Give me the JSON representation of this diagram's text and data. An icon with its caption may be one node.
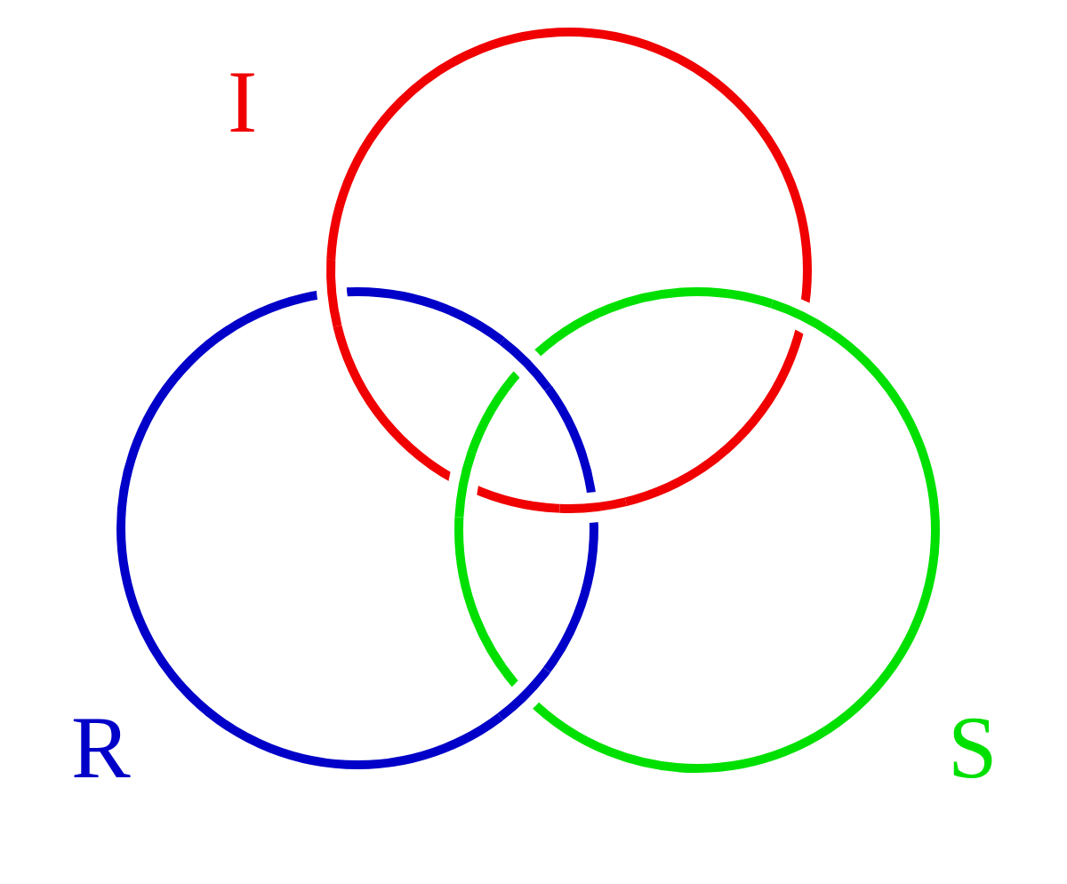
{
  "diagram": {
    "labels": [
      "I",
      "R",
      "S"
    ]
  }
}
